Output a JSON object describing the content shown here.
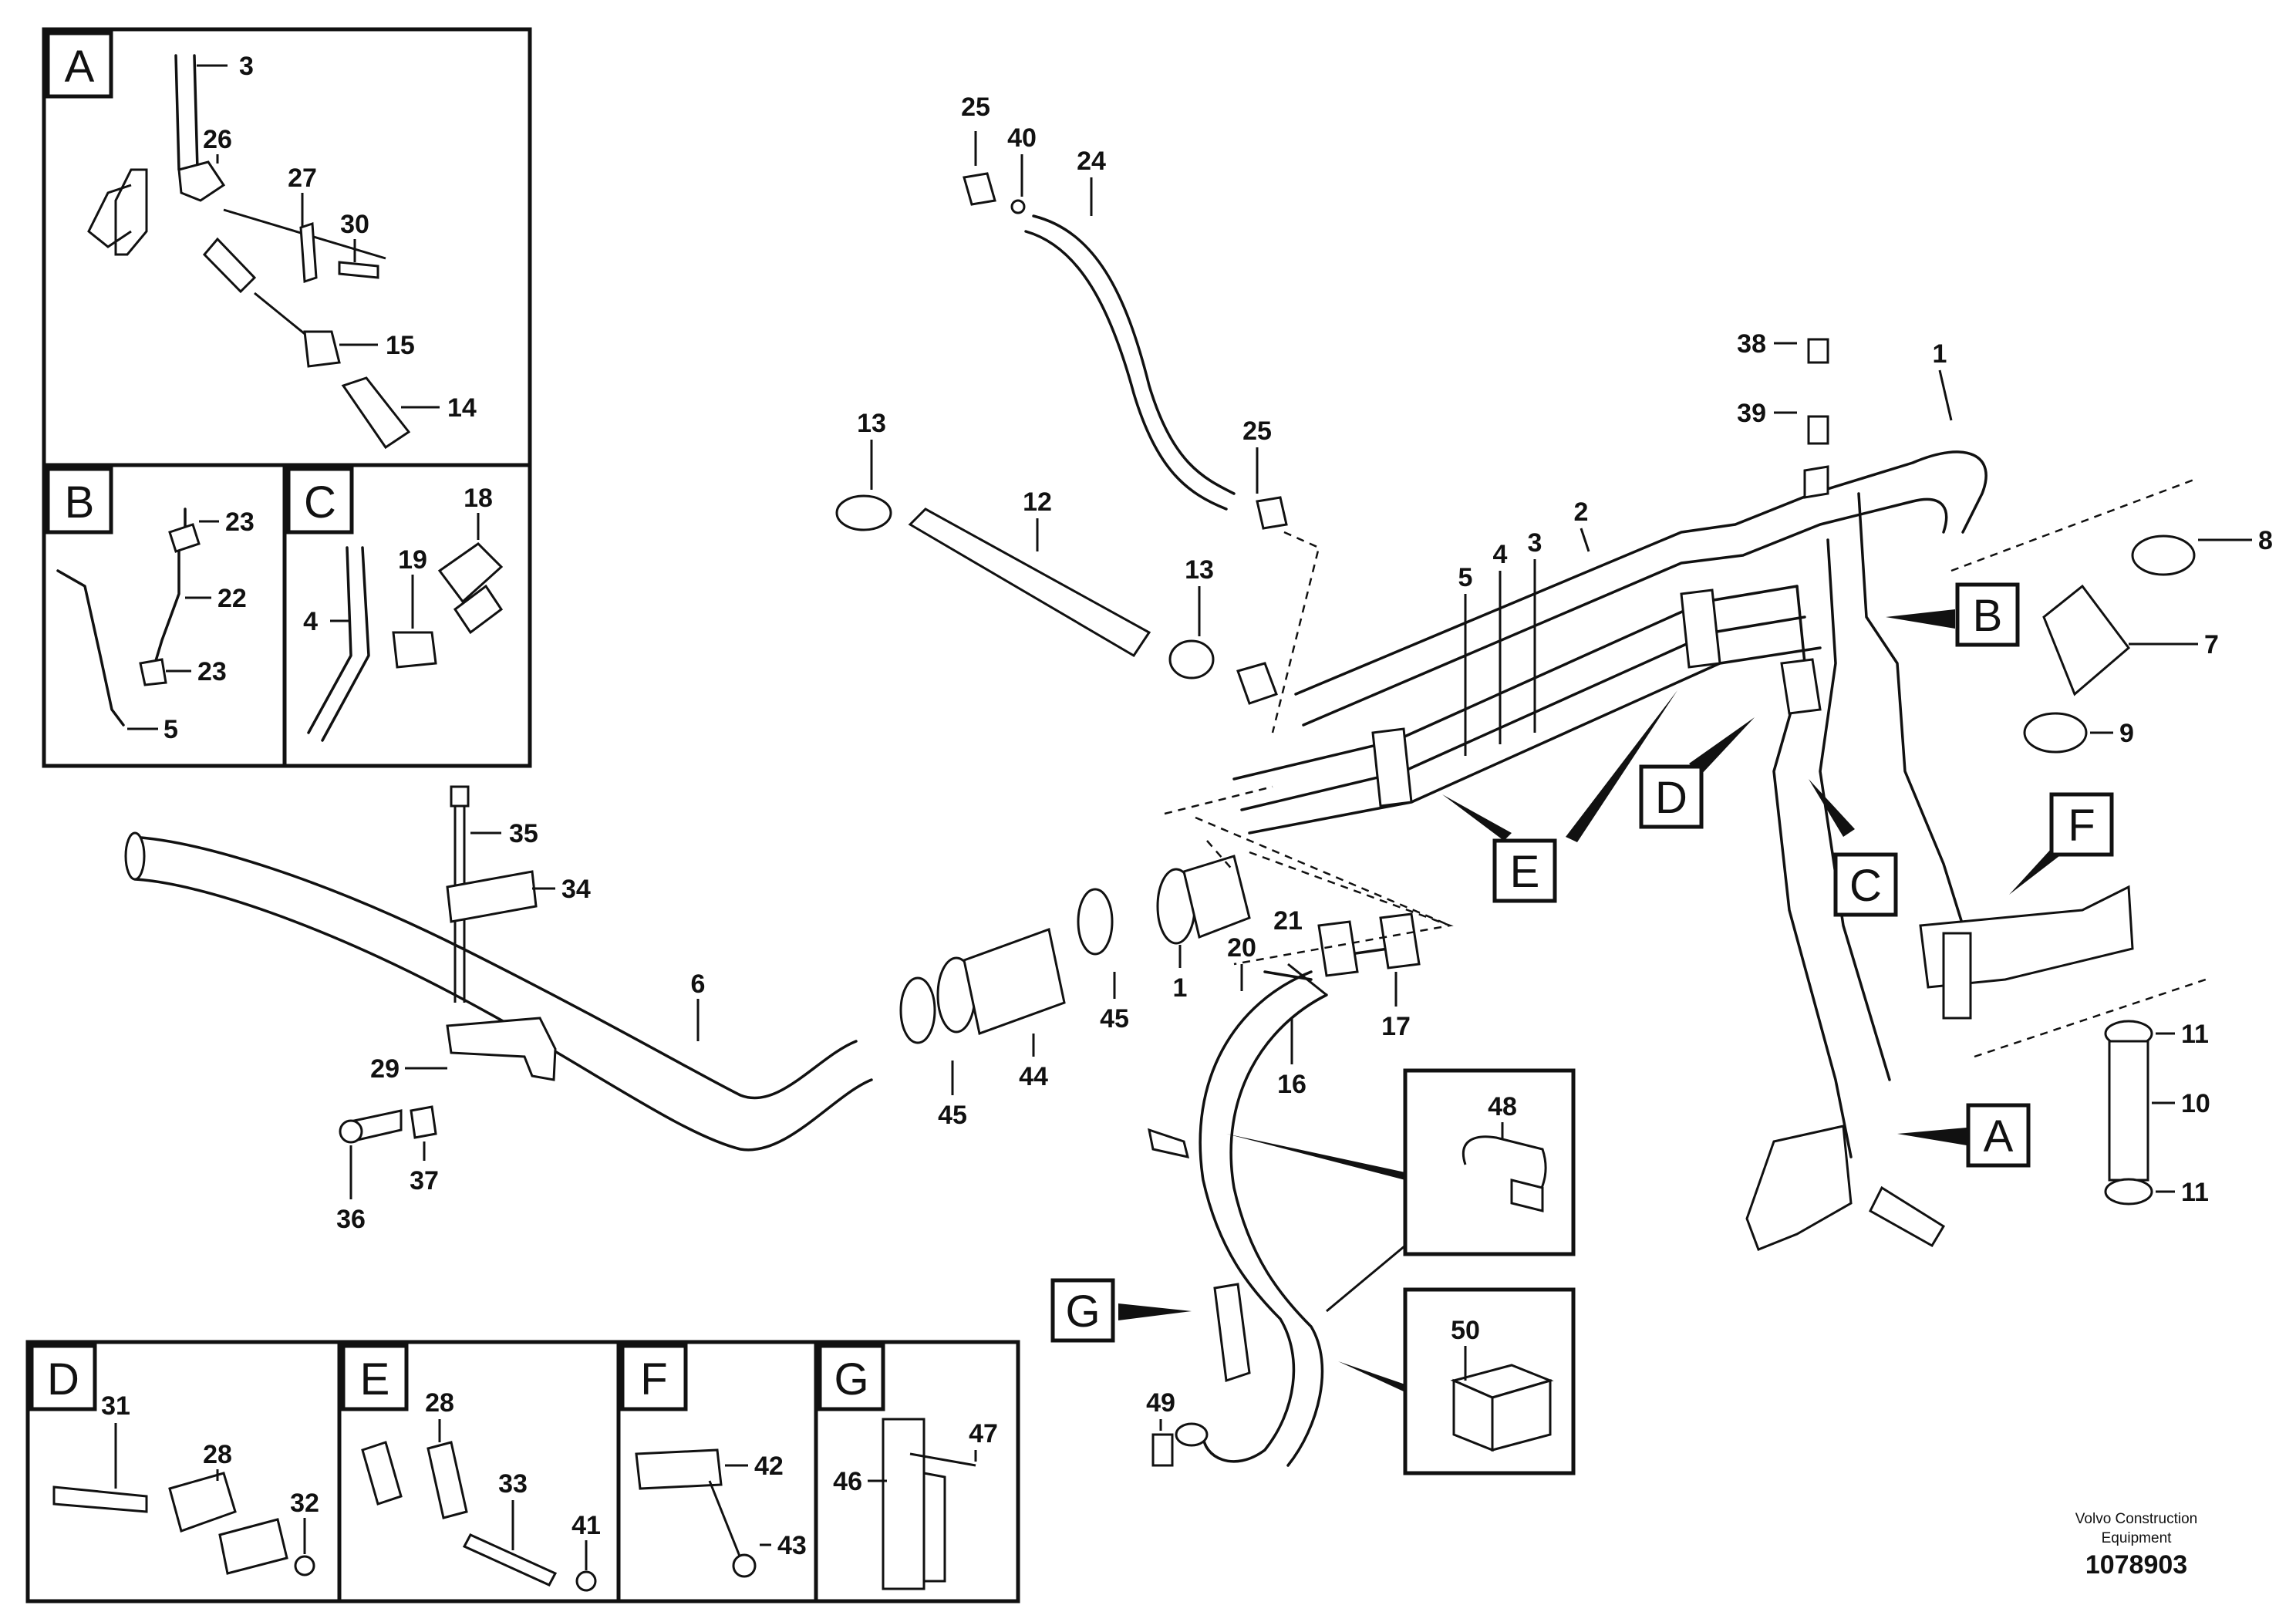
{
  "diagram": {
    "insets": {
      "A": "A",
      "B": "B",
      "C": "C",
      "D": "D",
      "E": "E",
      "F": "F",
      "G": "G"
    },
    "callouts": {
      "A": "A",
      "B": "B",
      "C": "C",
      "D": "D",
      "E": "E",
      "F": "F",
      "G": "G"
    },
    "labels": {
      "p1": "1",
      "p1b": "1",
      "p2": "2",
      "p3": "3",
      "p3a": "3",
      "p4": "4",
      "p4c": "4",
      "p5": "5",
      "p5b": "5",
      "p6": "6",
      "p7": "7",
      "p8": "8",
      "p9": "9",
      "p10": "10",
      "p11a": "11",
      "p11b": "11",
      "p12": "12",
      "p13a": "13",
      "p13b": "13",
      "p14": "14",
      "p15": "15",
      "p16": "16",
      "p17": "17",
      "p18": "18",
      "p19": "19",
      "p20": "20",
      "p21": "21",
      "p22": "22",
      "p23a": "23",
      "p23b": "23",
      "p24": "24",
      "p25a": "25",
      "p25b": "25",
      "p26": "26",
      "p27": "27",
      "p28": "28",
      "p28e": "28",
      "p29": "29",
      "p30": "30",
      "p31": "31",
      "p32": "32",
      "p33": "33",
      "p34": "34",
      "p35": "35",
      "p36": "36",
      "p37": "37",
      "p38": "38",
      "p39": "39",
      "p40": "40",
      "p41": "41",
      "p42": "42",
      "p43": "43",
      "p44": "44",
      "p45a": "45",
      "p45b": "45",
      "p46": "46",
      "p47": "47",
      "p48": "48",
      "p49": "49",
      "p50": "50"
    },
    "brand_line1": "Volvo Construction",
    "brand_line2": "Equipment",
    "doc_number": "1078903"
  }
}
